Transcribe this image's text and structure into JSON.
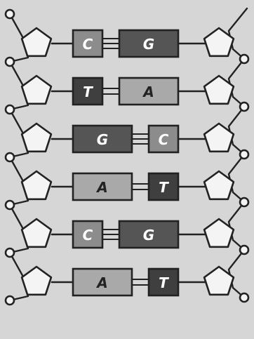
{
  "base_pairs": [
    {
      "left_base": "C",
      "right_base": "G",
      "hydrogen_bonds": 3
    },
    {
      "left_base": "T",
      "right_base": "A",
      "hydrogen_bonds": 2
    },
    {
      "left_base": "G",
      "right_base": "C",
      "hydrogen_bonds": 3
    },
    {
      "left_base": "A",
      "right_base": "T",
      "hydrogen_bonds": 2
    },
    {
      "left_base": "C",
      "right_base": "G",
      "hydrogen_bonds": 3
    },
    {
      "left_base": "A",
      "right_base": "T",
      "hydrogen_bonds": 2
    }
  ],
  "base_colors": {
    "A": "#a9a9a9",
    "T": "#3f3f3f",
    "G": "#555555",
    "C": "#8c8c8c"
  },
  "background_color": "#d6d6d6"
}
